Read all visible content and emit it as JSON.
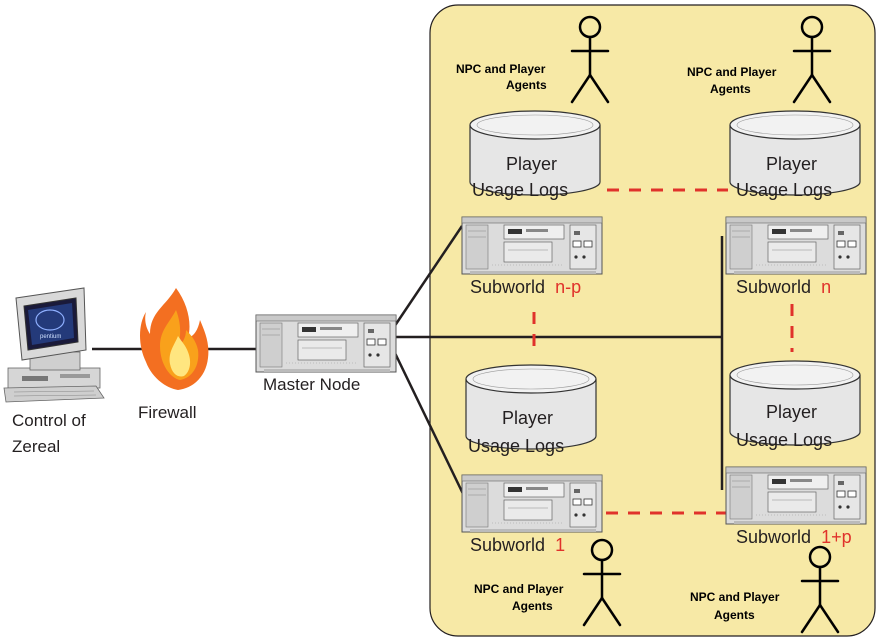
{
  "labels": {
    "control": [
      "Control of",
      "Zereal"
    ],
    "firewall": "Firewall",
    "master": "Master Node",
    "monitor_badge": "pentium"
  },
  "agents": {
    "line1": "NPC and Player",
    "line2": "Agents"
  },
  "logs": {
    "line1": "Player",
    "line2": "Usage Logs"
  },
  "subworlds": {
    "prefix": "Subworld",
    "top_left_suffix": "n-p",
    "top_right_suffix": "n",
    "bottom_left_suffix": "1",
    "bottom_right_suffix": "1+p"
  },
  "colors": {
    "panel": "#f7e9a6",
    "panel_border": "#231f20",
    "link": "#231f20",
    "dashed_link": "#e0322b",
    "suffix_text": "#e0322b"
  }
}
